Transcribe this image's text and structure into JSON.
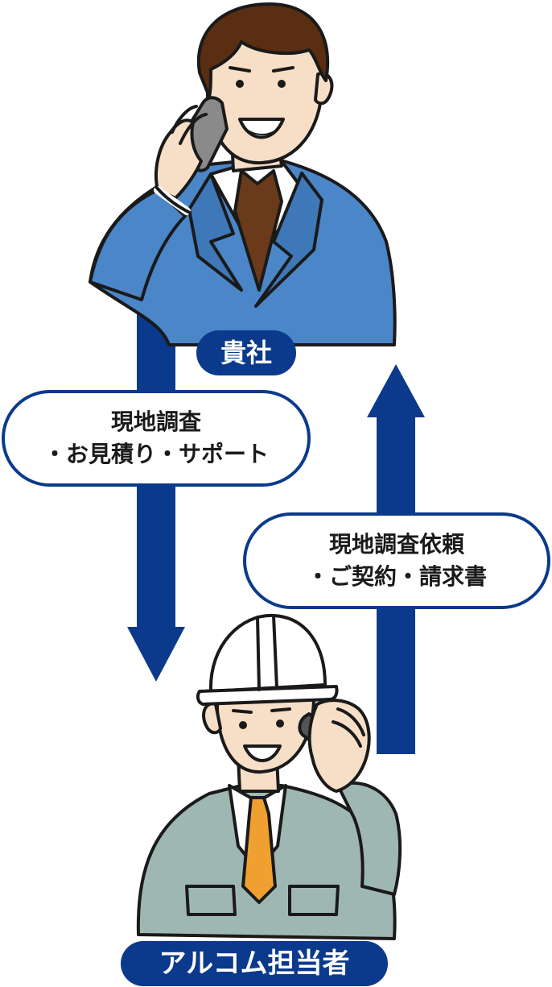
{
  "diagram": {
    "client_label": "貴社",
    "staff_label": "アルコム担当者",
    "flow_to_client": {
      "line1": "現地調査",
      "line2": "・お見積り・サポート"
    },
    "flow_to_staff": {
      "line1": "現地調査依頼",
      "line2": "・ご契約・請求書"
    }
  },
  "colors": {
    "accent": "#0b3a8c",
    "client_suit": "#4a86c8",
    "staff_uniform": "#9fb7b3",
    "staff_tie": "#f0a030",
    "client_tie": "#6b3a1a",
    "skin": "#f7dfc7",
    "hair": "#5a2e12"
  },
  "icons": {
    "client": "businessman-on-phone-icon",
    "staff": "worker-with-helmet-on-phone-icon",
    "down": "arrow-down-icon",
    "up": "arrow-up-icon"
  }
}
